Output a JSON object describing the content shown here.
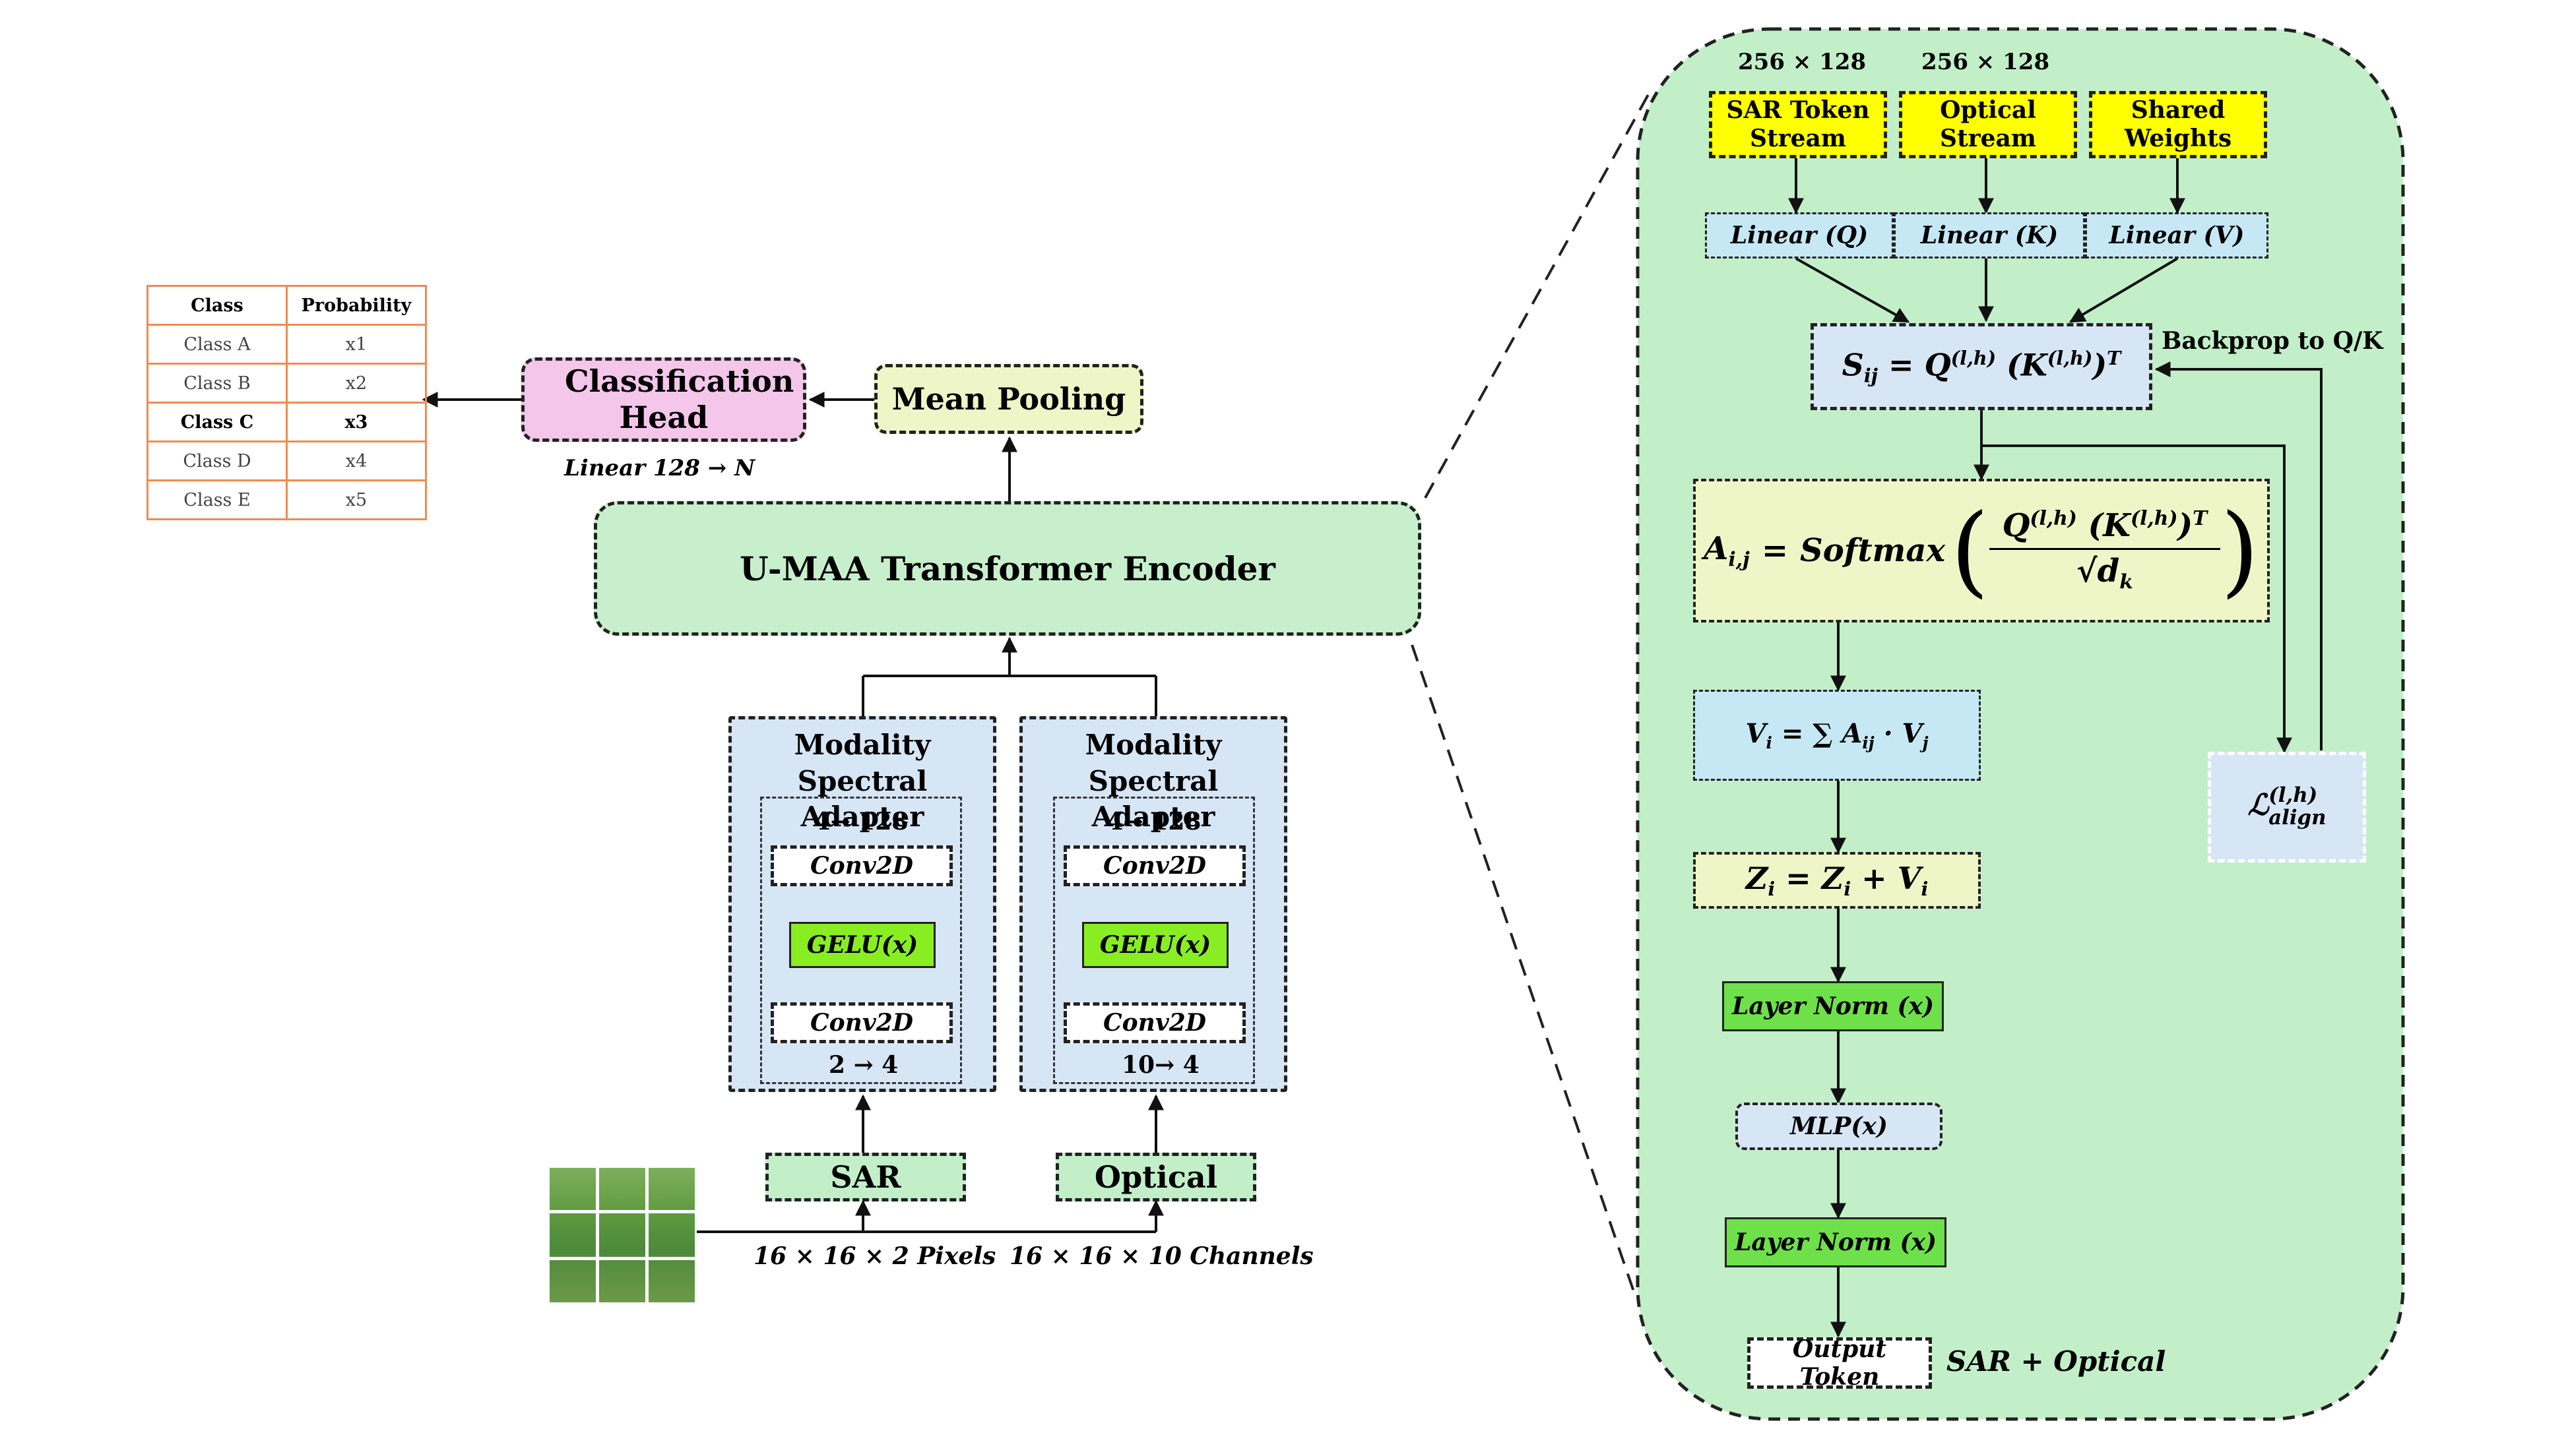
{
  "table": {
    "headers": [
      "Class",
      "Probability"
    ],
    "rows": [
      {
        "class": "Class A",
        "prob": "x1"
      },
      {
        "class": "Class B",
        "prob": "x2"
      },
      {
        "class": "Class C",
        "prob": "x3"
      },
      {
        "class": "Class D",
        "prob": "x4"
      },
      {
        "class": "Class E",
        "prob": "x5"
      }
    ],
    "highlighted_index": 2
  },
  "left": {
    "classification_head": "Classification Head",
    "classification_sub": "Linear 128 → N",
    "mean_pooling": "Mean Pooling",
    "encoder": "U-MAA Transformer Encoder",
    "adapter_title": "Modality Spectral Adapter",
    "sar_adapter": {
      "top_dim": "4→ 128",
      "conv_top": "Conv2D",
      "gelu": "GELU(x)",
      "conv_bottom": "Conv2D",
      "bottom_dim": "2 → 4"
    },
    "opt_adapter": {
      "top_dim": "4→ 128",
      "conv_top": "Conv2D",
      "gelu": "GELU(x)",
      "conv_bottom": "Conv2D",
      "bottom_dim": "10→ 4"
    },
    "sar": "SAR",
    "optical": "Optical",
    "sar_dims": "16 × 16 × 2 Pixels",
    "opt_dims": "16 × 16 × 10 Channels"
  },
  "right": {
    "dim_sar": "256 × 128",
    "dim_opt": "256 × 128",
    "sar_stream": "SAR Token Stream",
    "optical_stream": "Optical Stream",
    "shared_weights": "Shared Weights",
    "linear_q": "Linear (Q)",
    "linear_k": "Linear (K)",
    "linear_v": "Linear (V)",
    "score_lhs": "S",
    "score_sub": "ij",
    "score_q": "Q",
    "score_k": "K",
    "lh": "(l,h)",
    "backprop": "Backprop to Q/K",
    "attn_lhs": "A",
    "attn_sub": "i,j",
    "softmax": "Softmax",
    "sqrt_dk": "√d",
    "dk_sub": "k",
    "value_eq": "V",
    "value_rhs": "∑ A",
    "residual": "Z",
    "layer_norm_1": "Layer Norm (x)",
    "mlp": "MLP(x)",
    "layer_norm_2": "Layer Norm (x)",
    "output_token": "Output Token",
    "output_label": "SAR + Optical",
    "align_loss": "ℒ",
    "align_sub": "align"
  },
  "colors": {
    "panel_green": "#c2efc8",
    "stream_yellow": "#ffff00",
    "linear_blue": "#c6e8f5",
    "layer_norm_green": "#6ee04a",
    "gelu_green": "#88ee22",
    "head_pink": "#f3c6ea"
  }
}
